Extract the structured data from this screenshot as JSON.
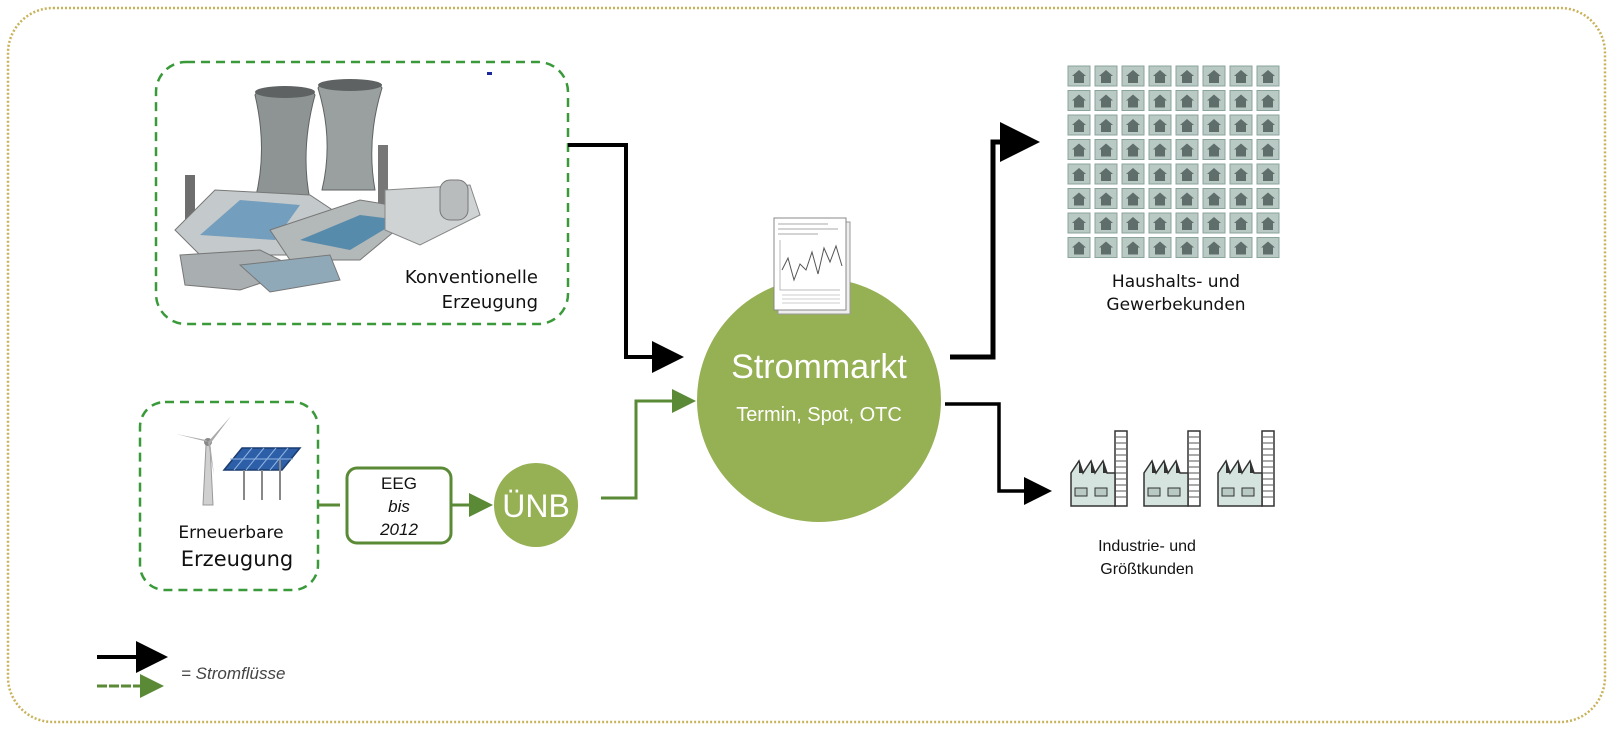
{
  "conventional": {
    "line1": "Konventionelle",
    "line2": "Erzeugung"
  },
  "renewable": {
    "line1": "Erneuerbare",
    "line2": "Erzeugung"
  },
  "eeg": {
    "line1": "EEG",
    "line2": "bis",
    "line3": "2012"
  },
  "uenb": {
    "label": "ÜNB"
  },
  "market": {
    "title": "Strommarkt",
    "subtitle": "Termin, Spot, OTC"
  },
  "households": {
    "line1": "Haushalts- und",
    "line2": "Gewerbekunden"
  },
  "industry": {
    "line1": "Industrie- und",
    "line2": "Größtkunden"
  },
  "legend": {
    "label": "= Stromflüsse"
  },
  "colors": {
    "green": "#96b054",
    "green_dark": "#5a8a35",
    "dashed_green": "#3a9a3a",
    "frame": "#c8b25a",
    "black": "#000000"
  }
}
